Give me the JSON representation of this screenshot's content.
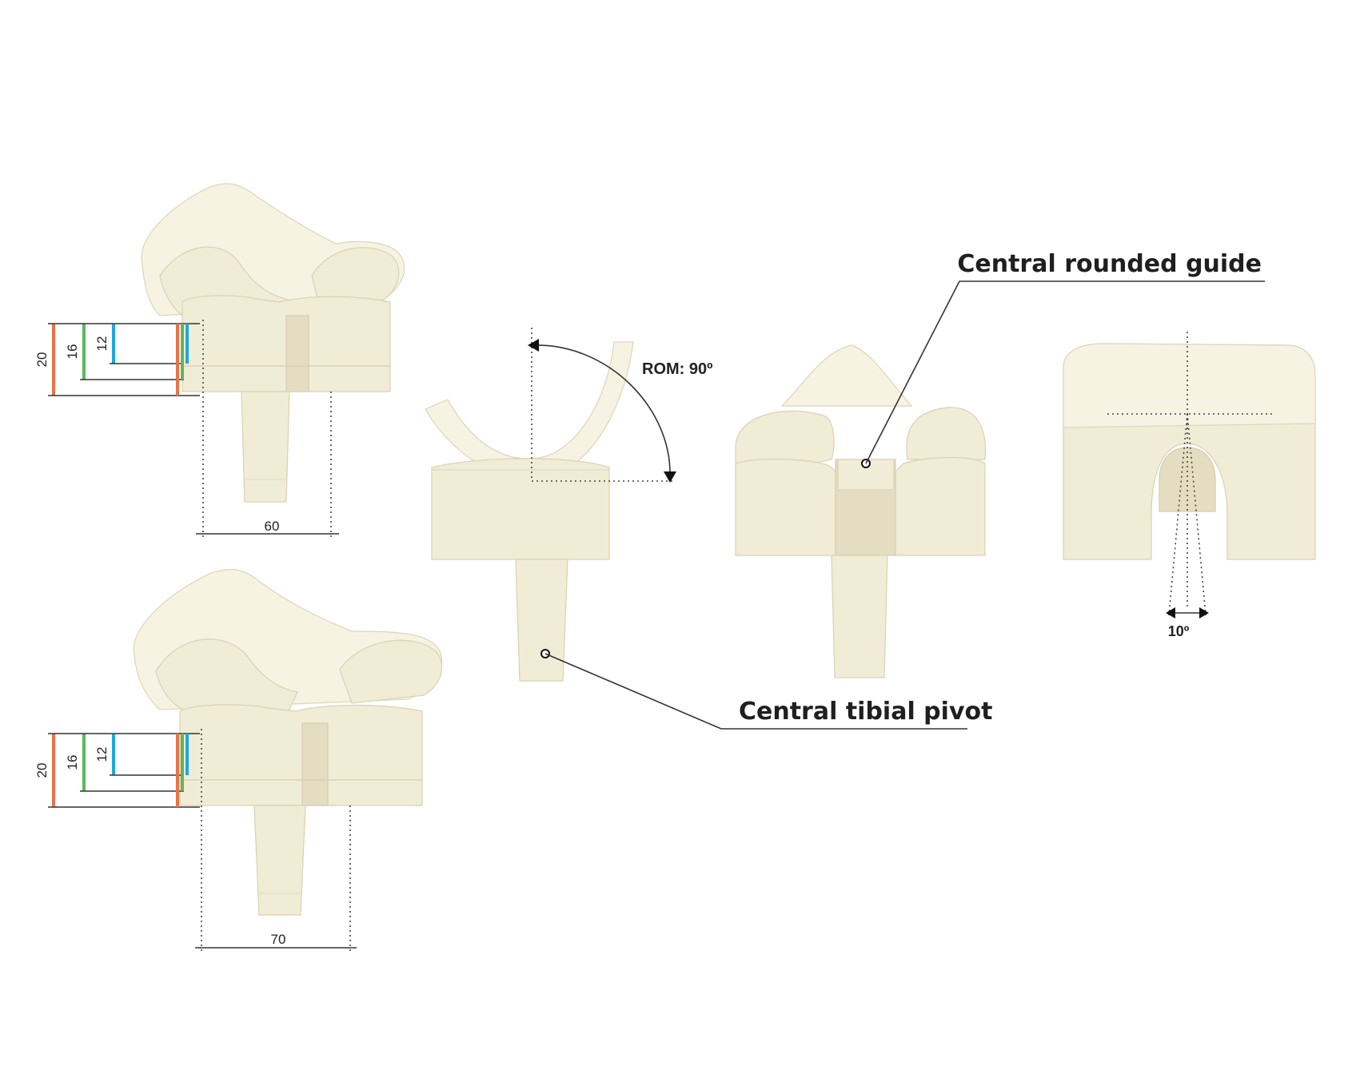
{
  "colors": {
    "dim_20": "#e8734a",
    "dim_16": "#5cb85c",
    "dim_12": "#1fa8e0",
    "implant": "#f1ecd6",
    "text": "#1f1f1f"
  },
  "implant_a": {
    "dims": {
      "d20": "20",
      "d16": "16",
      "d12": "12"
    },
    "width_label": "60"
  },
  "implant_b": {
    "dims": {
      "d20": "20",
      "d16": "16",
      "d12": "12"
    },
    "width_label": "70"
  },
  "side_view": {
    "rom_label": "ROM: 90º"
  },
  "rear_view": {
    "angle_label": "10º"
  },
  "callouts": {
    "guide": "Central rounded guide",
    "pivot": "Central tibial pivot"
  }
}
